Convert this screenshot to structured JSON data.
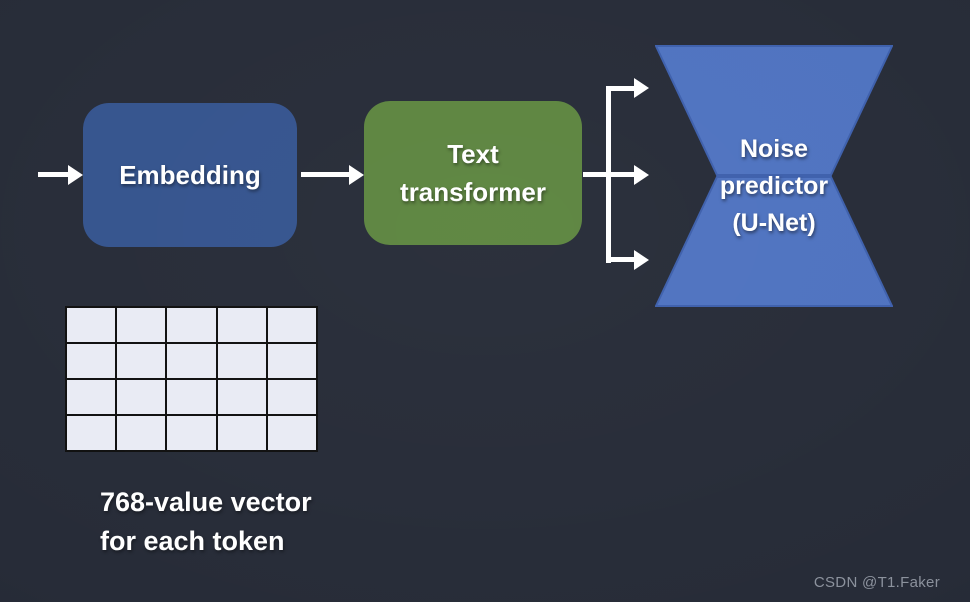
{
  "slide": {
    "background_color": "#272C38",
    "arrow_color": "#FFFFFF"
  },
  "diagram": {
    "embedding_node": {
      "label": "Embedding",
      "fill": "#35548E"
    },
    "transformer_node": {
      "label": "Text transformer",
      "fill": "#5D8540"
    },
    "unet_node": {
      "shape": "hourglass",
      "lines": [
        "Noise",
        "predictor",
        "(U-Net)"
      ],
      "fill": "#4F73C0",
      "stroke": "#3E60AC"
    }
  },
  "vector_grid": {
    "rows": 4,
    "cols": 5,
    "cell_fill": "#E9EBF4",
    "line_color": "#101010"
  },
  "caption": {
    "lines": [
      "768-value vector",
      "for each token"
    ]
  },
  "watermark": {
    "text": "CSDN @T1.Faker",
    "color": "#8C929D"
  }
}
